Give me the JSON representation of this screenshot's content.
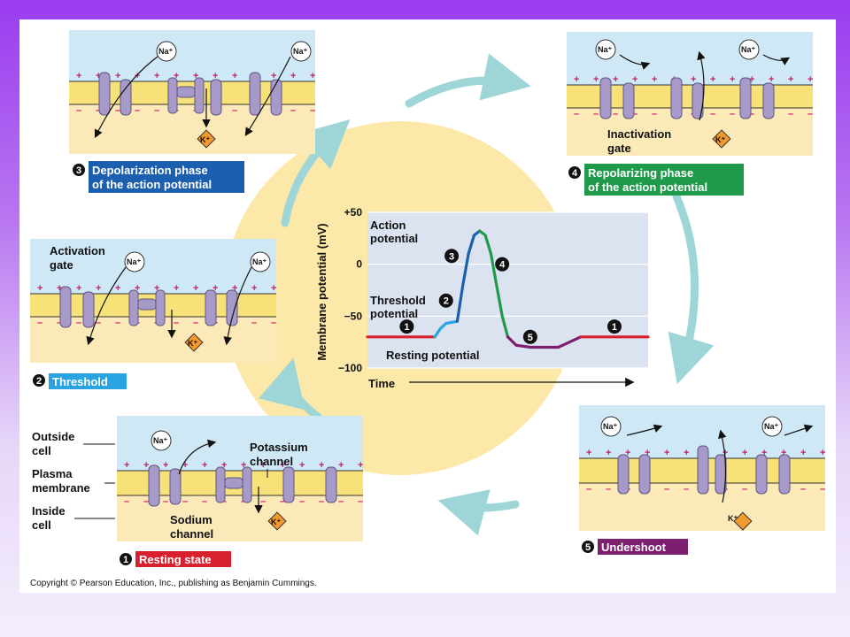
{
  "ions": {
    "sodium": "Na⁺",
    "potassium": "K⁺"
  },
  "membrane": {
    "plus": "+",
    "minus": "–"
  },
  "panels": {
    "resting": {
      "number": "1",
      "title": "Resting state",
      "color": "#d8202e"
    },
    "threshold": {
      "number": "2",
      "title": "Threshold",
      "color": "#2aa4e0"
    },
    "depolarization": {
      "number": "3",
      "title_line1": "Depolarization phase",
      "title_line2": "of the action potential",
      "color": "#1c5fae"
    },
    "repolarizing": {
      "number": "4",
      "title_line1": "Repolarizing phase",
      "title_line2": "of the action potential",
      "color": "#1f9a4b"
    },
    "undershoot": {
      "number": "5",
      "title": "Undershoot",
      "color": "#7b1f6e"
    }
  },
  "labels": {
    "outside_cell_1": "Outside",
    "outside_cell_2": "cell",
    "plasma_membrane_1": "Plasma",
    "plasma_membrane_2": "membrane",
    "inside_cell_1": "Inside",
    "inside_cell_2": "cell",
    "potassium_channel_1": "Potassium",
    "potassium_channel_2": "channel",
    "sodium_channel_1": "Sodium",
    "sodium_channel_2": "channel",
    "activation_gate_1": "Activation",
    "activation_gate_2": "gate",
    "inactivation_gate_1": "Inactivation",
    "inactivation_gate_2": "gate"
  },
  "chart_data": {
    "type": "line",
    "ylabel": "Membrane potential (mV)",
    "xlabel": "Time",
    "ylim": [
      -100,
      50
    ],
    "yticks": [
      "+50",
      "0",
      "−50",
      "−100"
    ],
    "ytick_values": [
      50,
      0,
      -50,
      -100
    ],
    "annotations": {
      "action_potential_1": "Action",
      "action_potential_2": "potential",
      "threshold_potential_1": "Threshold",
      "threshold_potential_2": "potential",
      "resting_potential": "Resting potential"
    },
    "phase_markers": [
      "1",
      "2",
      "3",
      "4",
      "5",
      "1"
    ],
    "segments": [
      {
        "phase": "1",
        "color": "#d8202e",
        "points": [
          [
            0,
            -70
          ],
          [
            0.24,
            -70
          ]
        ]
      },
      {
        "phase": "2",
        "color": "#2aa4e0",
        "points": [
          [
            0.24,
            -70
          ],
          [
            0.26,
            -62
          ],
          [
            0.28,
            -57
          ],
          [
            0.32,
            -55
          ]
        ]
      },
      {
        "phase": "3",
        "color": "#1c5fae",
        "points": [
          [
            0.32,
            -55
          ],
          [
            0.34,
            -20
          ],
          [
            0.36,
            10
          ],
          [
            0.38,
            28
          ],
          [
            0.4,
            32
          ]
        ]
      },
      {
        "phase": "4",
        "color": "#1f9a4b",
        "points": [
          [
            0.4,
            32
          ],
          [
            0.42,
            28
          ],
          [
            0.44,
            10
          ],
          [
            0.46,
            -20
          ],
          [
            0.48,
            -50
          ],
          [
            0.5,
            -70
          ]
        ]
      },
      {
        "phase": "5",
        "color": "#7b1f6e",
        "points": [
          [
            0.5,
            -70
          ],
          [
            0.53,
            -78
          ],
          [
            0.58,
            -80
          ],
          [
            0.68,
            -80
          ],
          [
            0.72,
            -75
          ],
          [
            0.76,
            -70
          ]
        ]
      },
      {
        "phase": "1",
        "color": "#d8202e",
        "points": [
          [
            0.76,
            -70
          ],
          [
            1.0,
            -70
          ]
        ]
      }
    ]
  },
  "copyright": "Copyright © Pearson Education, Inc., publishing as Benjamin Cummings."
}
